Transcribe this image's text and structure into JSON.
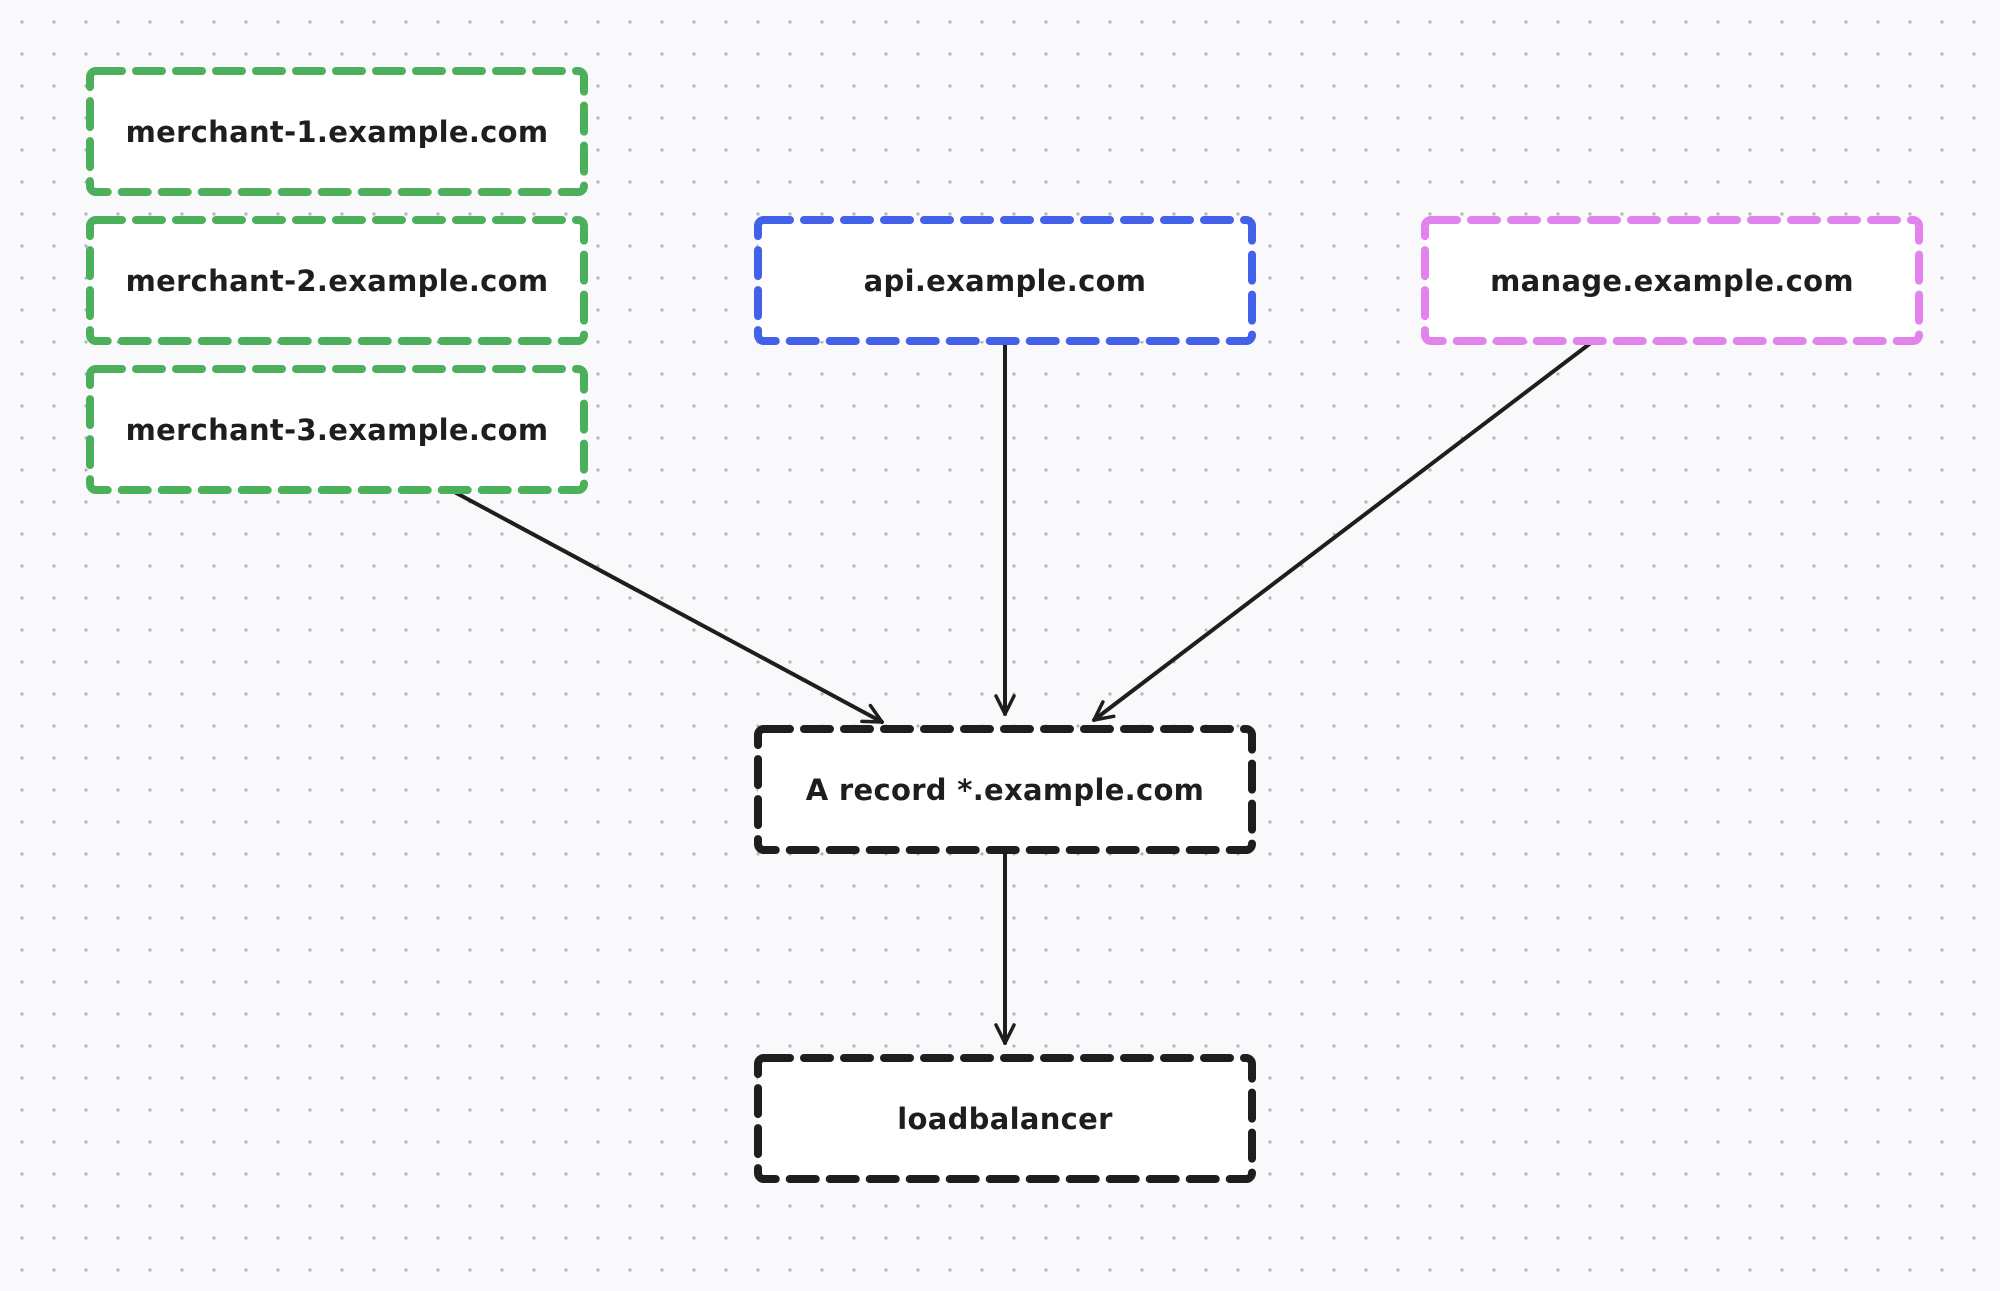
{
  "colors": {
    "green": "#4caf5c",
    "blue": "#4361e8",
    "pink": "#e383ee",
    "black": "#1e1e1e"
  },
  "nodes": {
    "merchant_1": {
      "label": "merchant-1.example.com",
      "color": "green"
    },
    "merchant_2": {
      "label": "merchant-2.example.com",
      "color": "green"
    },
    "merchant_3": {
      "label": "merchant-3.example.com",
      "color": "green"
    },
    "api": {
      "label": "api.example.com",
      "color": "blue"
    },
    "manage": {
      "label": "manage.example.com",
      "color": "pink"
    },
    "a_record": {
      "label": "A record *.example.com",
      "color": "black"
    },
    "loadbalancer": {
      "label": "loadbalancer",
      "color": "black"
    }
  },
  "edges": [
    {
      "from": "merchant_3",
      "to": "a_record"
    },
    {
      "from": "api",
      "to": "a_record"
    },
    {
      "from": "manage",
      "to": "a_record"
    },
    {
      "from": "a_record",
      "to": "loadbalancer"
    }
  ]
}
